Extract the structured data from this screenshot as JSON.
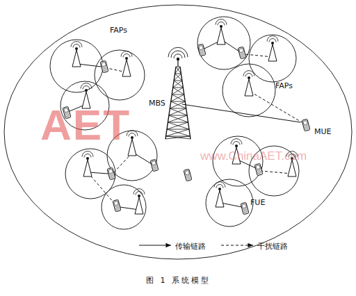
{
  "diagram": {
    "caption": "图 1 系统模型",
    "labels": [
      "FAPs",
      "FAPs",
      "MBS",
      "MUE",
      "FUE",
      "AET",
      "www.ChinaAET.com"
    ],
    "legend": [
      {
        "text": "传输链路"
      },
      {
        "text": "干扰链路"
      }
    ]
  }
}
